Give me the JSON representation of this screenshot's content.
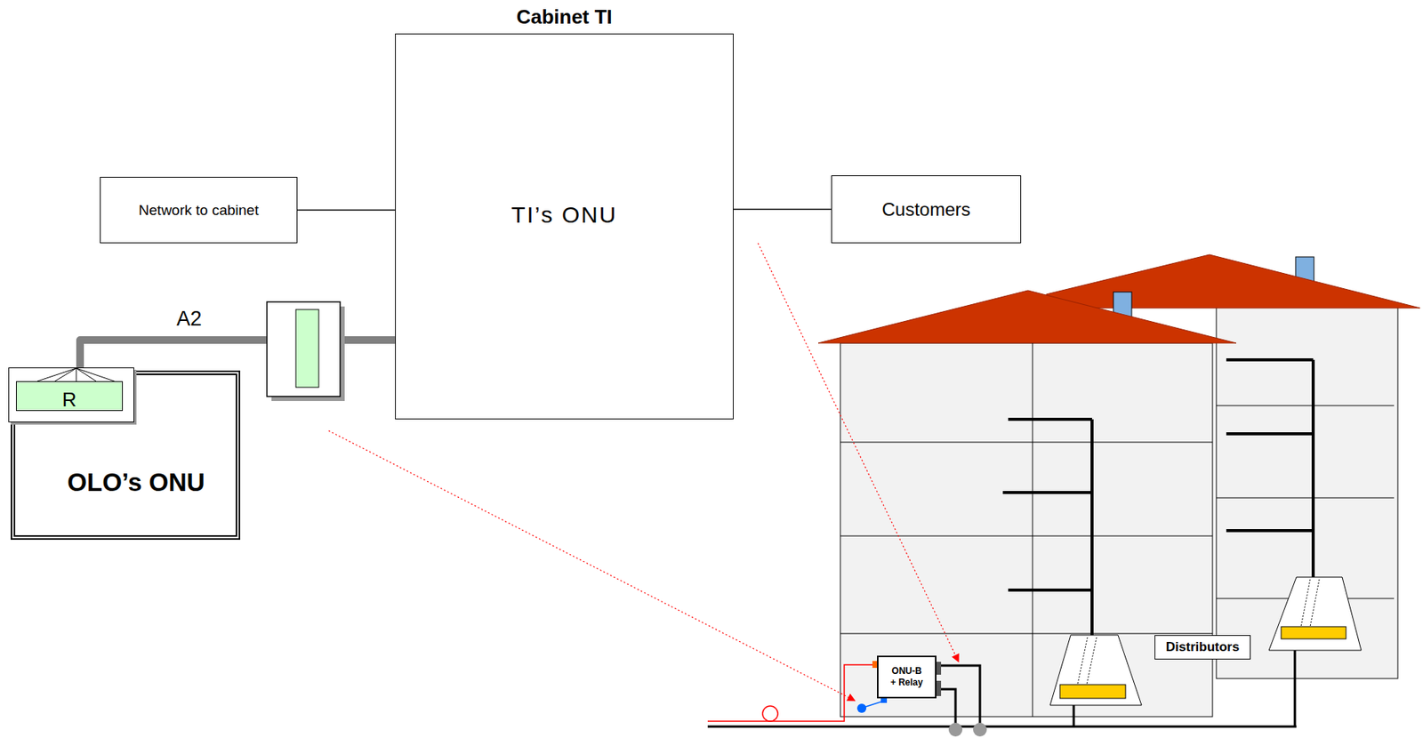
{
  "diagram": {
    "nodes": [
      {
        "text": [
          "Cabinet TI",
          "TI’s ONU"
        ]
      },
      {
        "text": [
          "Network to cabinet"
        ]
      },
      {
        "text": [
          "Customers"
        ]
      },
      {
        "text": [
          "OLO’s ONU"
        ]
      },
      {
        "text": [
          "R"
        ],
        "in": 3
      },
      {
        "text": [
          "ONU-B + Relay"
        ]
      },
      {
        "text": [
          "Distributors"
        ]
      }
    ],
    "edges": [
      {
        "from": 1,
        "to": 0,
        "arrow": "none"
      },
      {
        "from": 0,
        "to": 2,
        "arrow": "none"
      },
      {
        "from": 4,
        "to": 0,
        "label": "A2",
        "arrow": "none"
      }
    ]
  }
}
